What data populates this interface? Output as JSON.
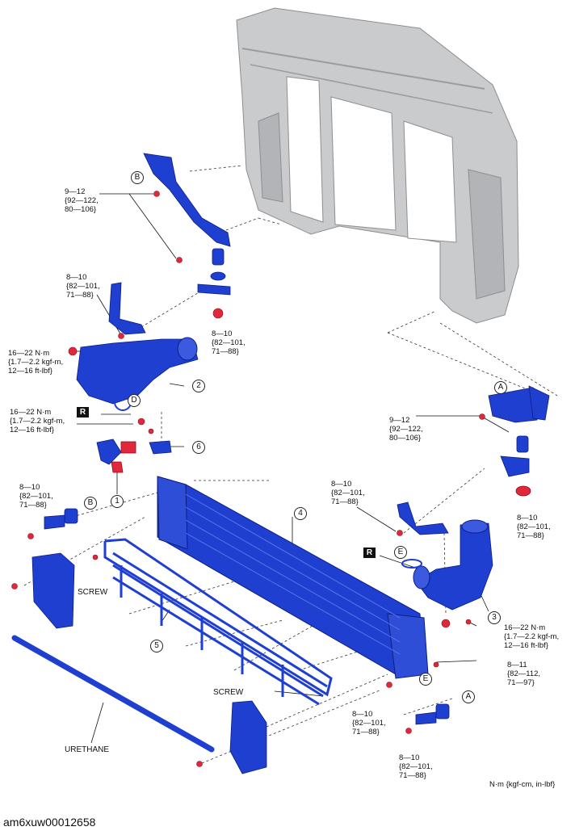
{
  "callouts": {
    "t1": "9—12\n{92—122,\n80—106}",
    "t2": "8—10\n{82—101,\n71—88}",
    "t3": "8—10\n{82—101,\n71—88}",
    "t4": "16—22 N·m\n{1.7—2.2 kgf-m,\n12—16 ft-lbf}",
    "t5": "16—22 N·m\n{1.7—2.2 kgf-m,\n12—16 ft-lbf}",
    "t6": "8—10\n{82—101,\n71—88}",
    "t7": "9—12\n{92—122,\n80—106}",
    "t8": "8—10\n{82—101,\n71—88}",
    "t9": "8—10\n{82—101,\n71—88}",
    "t10": "16—22 N·m\n{1.7—2.2 kgf-m,\n12—16 ft-lbf}",
    "t11": "8—11\n{82—112,\n71—97}",
    "t12": "8—10\n{82—101,\n71—88}",
    "t13": "8—10\n{82—101,\n71—88}"
  },
  "parts": {
    "p1": "1",
    "p2": "2",
    "p3": "3",
    "p4": "4",
    "p5": "5",
    "p6": "6"
  },
  "refs": {
    "a1": "A",
    "a2": "A",
    "b1": "B",
    "b2": "B",
    "d": "D",
    "e1": "E",
    "e2": "E",
    "r1": "R",
    "r2": "R"
  },
  "words": {
    "screw1": "SCREW",
    "screw2": "SCREW",
    "urethane": "URETHANE"
  },
  "unit_note": "N·m {kgf-cm, in-lbf}",
  "doc_id": "am6xuw00012658",
  "colors": {
    "part_blue": "#1f3fd0",
    "fastener_red": "#e0283a",
    "frame_gray": "#c9cbcd"
  }
}
